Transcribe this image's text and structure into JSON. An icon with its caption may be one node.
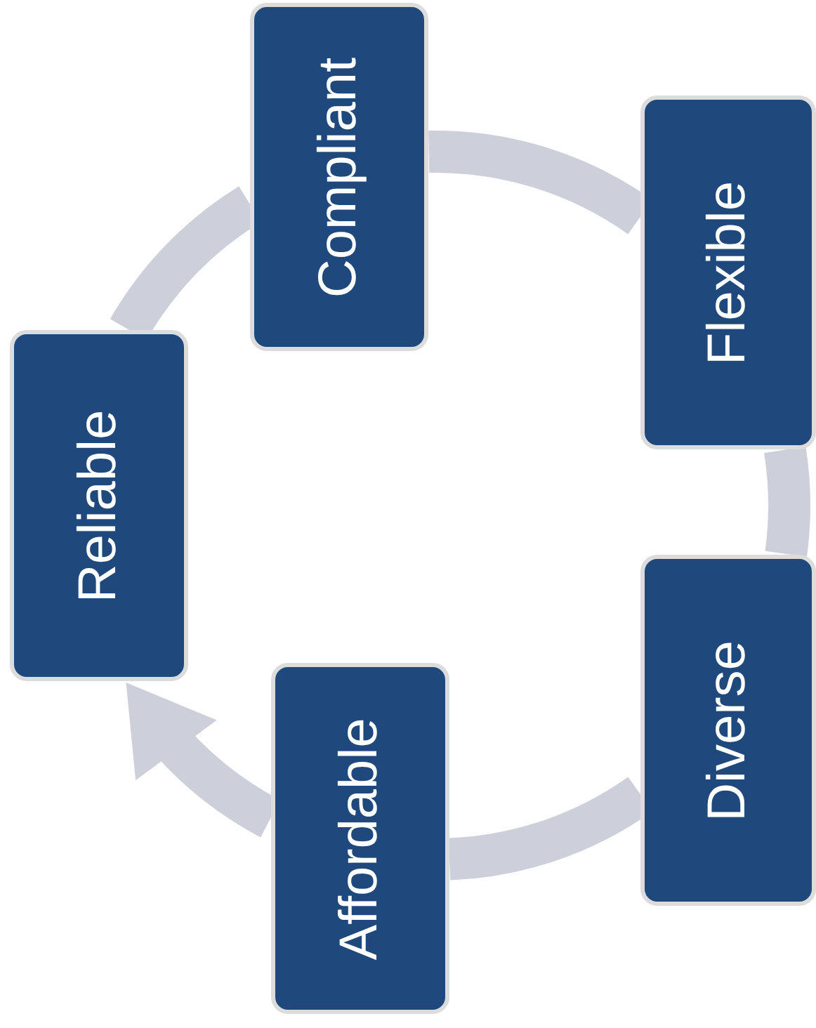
{
  "diagram": {
    "nodes": [
      {
        "text": [
          "Compliant"
        ]
      },
      {
        "text": [
          "Flexible"
        ]
      },
      {
        "text": [
          "Reliable"
        ]
      },
      {
        "text": [
          "Diverse"
        ]
      },
      {
        "text": [
          "Affordable"
        ]
      }
    ],
    "edges": [
      {
        "from": 0,
        "to": 1,
        "arrow": "none"
      },
      {
        "from": 1,
        "to": 3,
        "arrow": "none"
      },
      {
        "from": 3,
        "to": 4,
        "arrow": "none"
      },
      {
        "from": 4,
        "to": 2,
        "arrow": "to"
      },
      {
        "from": 2,
        "to": 0,
        "arrow": "none"
      }
    ]
  }
}
